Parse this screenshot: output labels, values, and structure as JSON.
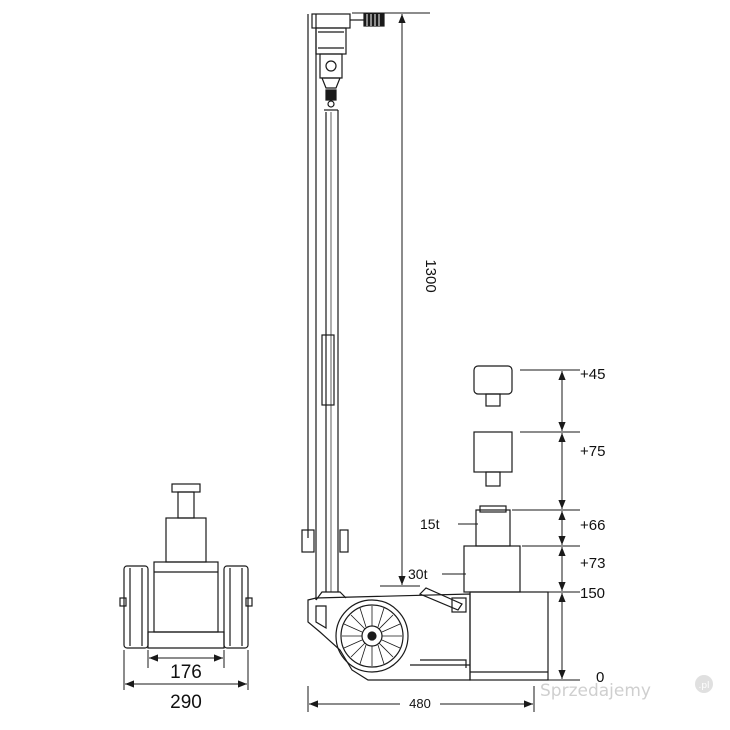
{
  "colors": {
    "line": "#1a1a1a",
    "background": "#ffffff",
    "watermark_text": "#cfcfcf",
    "watermark_badge": "#e0e0e0"
  },
  "dimensions": {
    "overall_height": "1300",
    "base_height": "0",
    "stage_150": "150",
    "stage_plus_73": "+73",
    "stage_plus_66": "+66",
    "stage_plus_75": "+75",
    "stage_plus_45": "+45",
    "base_length": "480",
    "track_inner": "176",
    "track_outer": "290"
  },
  "capacity_labels": {
    "stage_1": "15t",
    "stage_2": "30t"
  },
  "watermark": {
    "brand": "Sprzedajemy",
    "tld": ".pl"
  }
}
